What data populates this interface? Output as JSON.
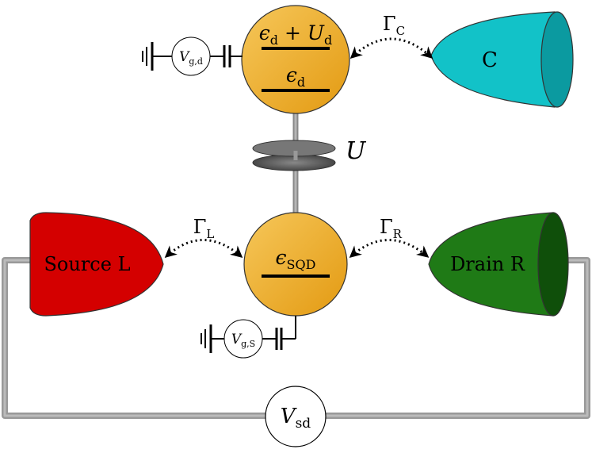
{
  "colors": {
    "dot_light": "#f6c75a",
    "dot_dark": "#e39a12",
    "lead_c": "#12c2c8",
    "lead_c_inner": "#0b9aa0",
    "source": "#d40000",
    "source_dark": "#a00000",
    "drain": "#1f7a16",
    "drain_inner": "#0f4f0a",
    "wire": "#999999",
    "coupler": "#555555"
  },
  "icons": {
    "ground": "ground-icon",
    "capacitor": "capacitor-icon",
    "coupling_arrow": "dotted-double-arrow-icon"
  },
  "labels": {
    "gamma_c": {
      "main": "Γ",
      "sub": "C"
    },
    "gamma_l": {
      "main": "Γ",
      "sub": "L"
    },
    "gamma_r": {
      "main": "Γ",
      "sub": "R"
    },
    "coupling_u": "U",
    "lead_c": "C",
    "source": "Source L",
    "drain": "Drain R",
    "dot_d_upper": {
      "eps": "ϵ",
      "sub": "d",
      "plus": " + ",
      "u": "U",
      "usub": "d"
    },
    "dot_d_lower": {
      "eps": "ϵ",
      "sub": "d"
    },
    "dot_s": {
      "eps": "ϵ",
      "sub": "SQD"
    },
    "gate_d": {
      "v": "V",
      "sub": "g,d"
    },
    "gate_s": {
      "v": "V",
      "sub": "g,S"
    },
    "bias": {
      "v": "V",
      "sub": "sd"
    }
  }
}
